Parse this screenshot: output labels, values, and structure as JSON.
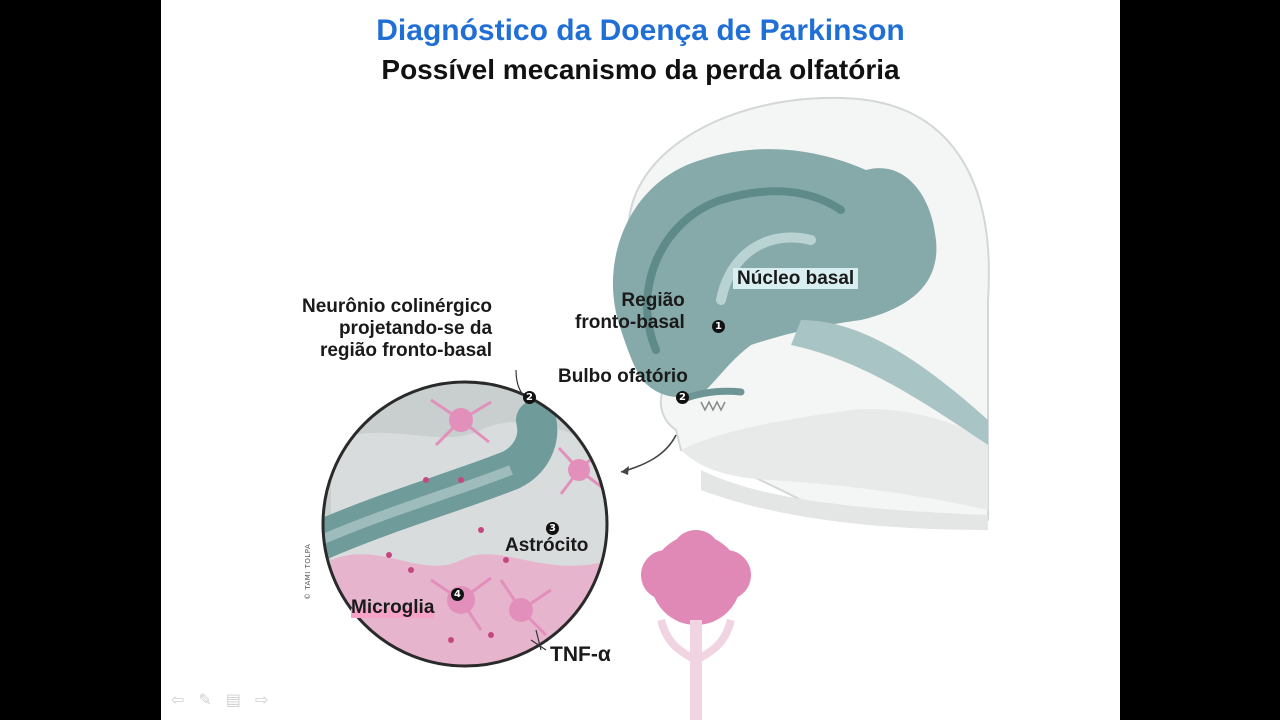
{
  "slide": {
    "title": "Diagnóstico da Doença de Parkinson",
    "subtitle": "Possível mecanismo da perda olfatória"
  },
  "labels": {
    "neuron_line1": "Neurônio colinérgico",
    "neuron_line2": "projetando-se da",
    "neuron_line3": "região fronto-basal",
    "nucleus_basal": "Núcleo basal",
    "region_line1": "Região",
    "region_line2": "fronto-basal",
    "olfactory_bulb": "Bulbo ofatório",
    "astrocyte": "Astrócito",
    "microglia": "Microglia",
    "tnf": "TNF-α"
  },
  "markers": [
    "1",
    "2",
    "2",
    "3",
    "4"
  ],
  "credit": "© TAMI TOLPA",
  "colors": {
    "title_blue": "#1f6fd6",
    "brain_teal": "#7fa6a6",
    "pink": "#e07ab0"
  }
}
